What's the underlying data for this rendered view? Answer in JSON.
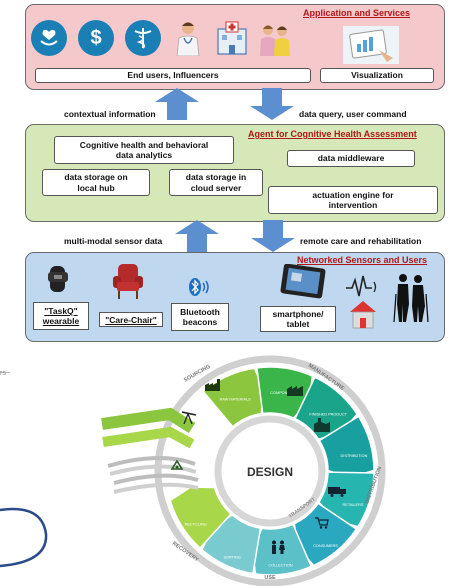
{
  "app_panel": {
    "title": "Application and Services",
    "end_users_label": "End users, Influencers",
    "visualization_label": "Visualization",
    "icons": [
      "hand-heart-icon",
      "dollar-icon",
      "caduceus-icon",
      "doctor-icon",
      "hospital-icon",
      "family-icon",
      "tablet-chart-icon"
    ]
  },
  "flows_top": {
    "left_label": "contextual information",
    "right_label": "data query, user command"
  },
  "agent_panel": {
    "title": "Agent for Cognitive Health Assessment",
    "analytics_label": "Cognitive health and behavioral data analytics",
    "local_hub_label": "data storage on local hub",
    "cloud_label": "data storage in cloud server",
    "middleware_label": "data middleware",
    "actuation_label": "actuation engine for intervention"
  },
  "flows_bottom": {
    "left_label": "multi-modal sensor data",
    "right_label": "remote care and rehabilitation"
  },
  "sensor_panel": {
    "title": "Networked Sensors and Users",
    "taskq_label": "\"TaskQ\" wearable",
    "chair_label": "\"Care-Chair\"",
    "beacons_label": "Bluetooth beacons",
    "phone_label": "smartphone/ tablet"
  },
  "lifecycle": {
    "center_label": "DESIGN",
    "stage_labels": [
      "SOURCING",
      "MANUFACTURE",
      "DISTRIBUTION",
      "USE",
      "RECOVERY"
    ],
    "inner_labels": [
      "TRANSPORT"
    ],
    "stages": [
      {
        "label": "RAW MATERIALS",
        "color": "#8cc63f"
      },
      {
        "label": "COMPONENTS",
        "color": "#39b54a"
      },
      {
        "label": "FINISHED PRODUCT",
        "color": "#1aa58a"
      },
      {
        "label": "DISTRIBUTION",
        "color": "#18a0a0"
      },
      {
        "label": "RETAILERS",
        "color": "#27b5b0"
      },
      {
        "label": "CONSUMERS",
        "color": "#2aa8c0"
      },
      {
        "label": "COLLECTION",
        "color": "#5bc0c8"
      },
      {
        "label": "SORTING",
        "color": "#7acbd0"
      },
      {
        "label": "RECYCLING",
        "color": "#a9d74a"
      }
    ]
  },
  "colors": {
    "app_bg": "#f5c8cc",
    "agent_bg": "#d6e8b8",
    "sensor_bg": "#bfd8ef",
    "arrow": "#5b8fd0",
    "title_red": "#b01818"
  }
}
